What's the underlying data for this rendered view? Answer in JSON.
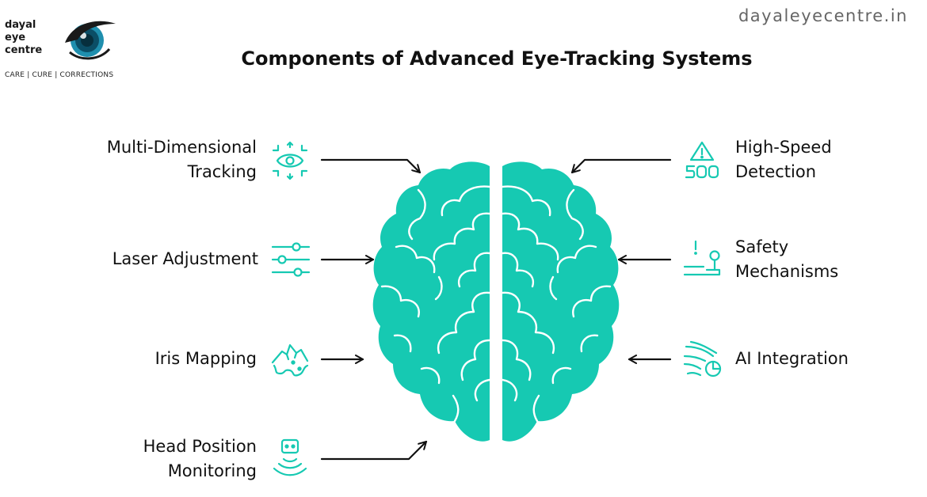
{
  "brand": {
    "logo_lines": [
      "dayal",
      "eye",
      "centre"
    ],
    "tagline": "CARE | CURE | CORRECTIONS",
    "website": "dayaleyecentre.in"
  },
  "title": "Components of Advanced Eye-Tracking Systems",
  "colors": {
    "accent": "#16C9B2",
    "text": "#111111",
    "arrow": "#111111",
    "website": "#666666"
  },
  "components": {
    "left": [
      {
        "lines": [
          "Multi-Dimensional",
          "Tracking"
        ],
        "icon": "eye-tracking-arrows-icon"
      },
      {
        "lines": [
          "Laser Adjustment"
        ],
        "icon": "sliders-icon"
      },
      {
        "lines": [
          "Iris Mapping"
        ],
        "icon": "terrain-map-icon"
      },
      {
        "lines": [
          "Head Position",
          "Monitoring"
        ],
        "icon": "head-signal-icon"
      }
    ],
    "right": [
      {
        "lines": [
          "High-Speed",
          "Detection"
        ],
        "icon": "warning-speed-icon"
      },
      {
        "lines": [
          "Safety",
          "Mechanisms"
        ],
        "icon": "emergency-lever-icon"
      },
      {
        "lines": [
          "AI Integration"
        ],
        "icon": "ai-wind-gauge-icon"
      }
    ]
  },
  "center_icon": "brain-icon"
}
